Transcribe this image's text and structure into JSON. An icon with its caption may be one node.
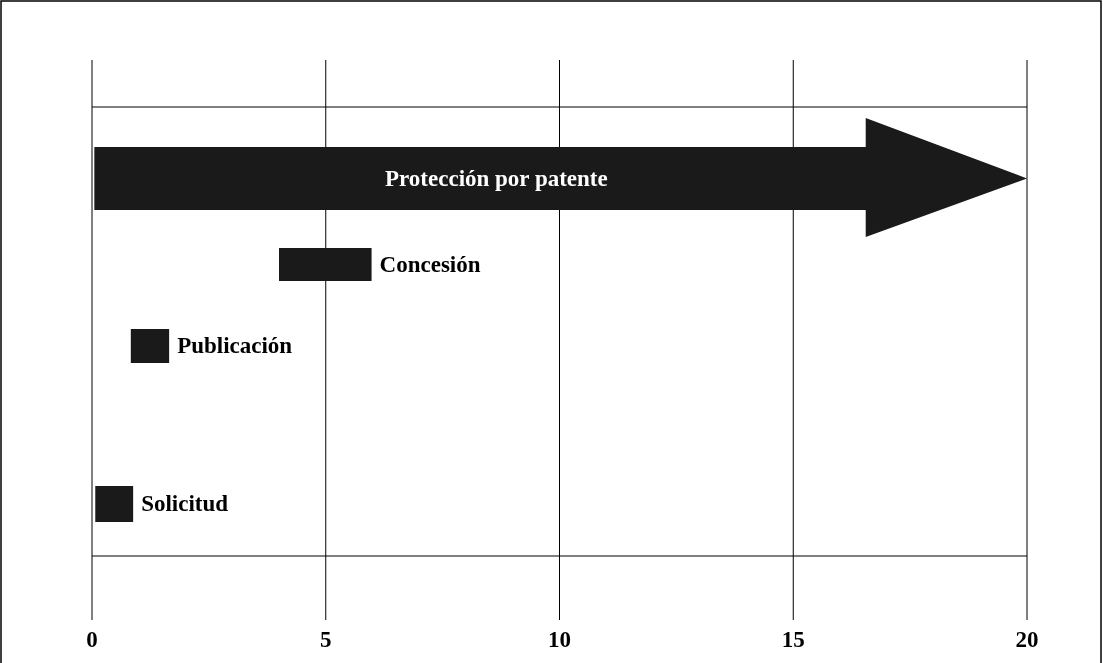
{
  "diagram": {
    "nodes": [
      {
        "text": [
          "Protección por patente"
        ]
      },
      {
        "text": [],
        "shape": "bar",
        "beside": [
          "Concesión"
        ]
      },
      {
        "text": [],
        "shape": "bar",
        "beside": [
          "Publicación"
        ]
      },
      {
        "text": [],
        "shape": "bar",
        "beside": [
          "Solicitud"
        ]
      }
    ],
    "edges": [],
    "labels": [
      "0",
      "5",
      "10",
      "15",
      "20"
    ]
  }
}
